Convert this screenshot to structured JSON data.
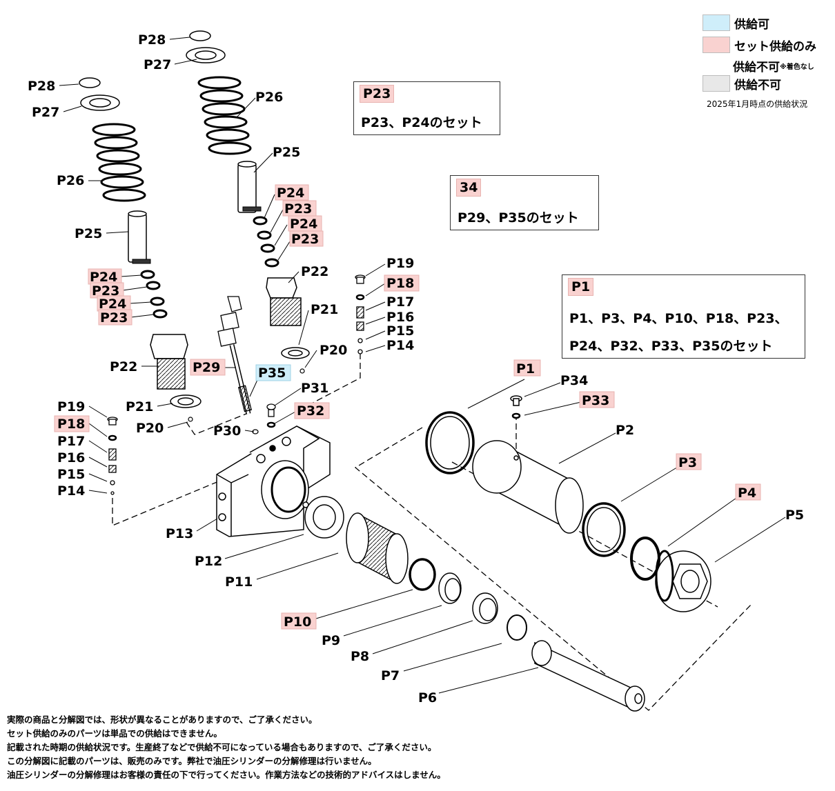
{
  "legend": {
    "supply_ok": "供給可",
    "set_only": "セット供給のみ",
    "not_available_uncolored": "供給不可",
    "uncolored_note": "※着色なし",
    "not_available": "供給不可",
    "as_of": "2025年1月時点の供給状況",
    "colors": {
      "supply_ok": "#cfeefa",
      "set_only": "#f9d2d0",
      "not_available": "#e8e8e8"
    }
  },
  "set_boxes": [
    {
      "header": "P23",
      "lines": [
        "P23、P24のセット"
      ]
    },
    {
      "header": "34",
      "lines": [
        "P29、P35のセット"
      ]
    },
    {
      "header": "P1",
      "lines": [
        "P1、P3、P4、P10、P18、P23、",
        "P24、P32、P33、P35のセット"
      ]
    }
  ],
  "labels": {
    "L1": "P28",
    "L2": "P27",
    "L3": "P26",
    "L4": "P25",
    "L5": "P24",
    "L6": "P23",
    "L7": "P24",
    "L8": "P23",
    "L9": "P22",
    "L10": "P21",
    "L11": "P20",
    "R1": "P28",
    "R2": "P27",
    "R3": "P26",
    "R4": "P25",
    "R5": "P24",
    "R6": "P23",
    "R7": "P24",
    "R8": "P23",
    "R9": "P22",
    "R10": "P21",
    "R11": "P20",
    "V1": "P19",
    "V2": "P18",
    "V3": "P17",
    "V4": "P16",
    "V5": "P15",
    "V6": "P14",
    "W1": "P19",
    "W2": "P18",
    "W3": "P17",
    "W4": "P16",
    "W5": "P15",
    "W6": "P14",
    "M1": "P29",
    "M2": "P35",
    "M3": "P31",
    "M4": "P32",
    "M5": "P30",
    "M6": "P13",
    "M7": "P12",
    "M8": "P11",
    "M9": "P10",
    "M10": "P9",
    "M11": "P8",
    "M12": "P7",
    "M13": "P6",
    "C1": "P1",
    "C2": "P34",
    "C3": "P33",
    "C4": "P2",
    "C5": "P3",
    "C6": "P4",
    "C7": "P5"
  },
  "notes": [
    "実際の商品と分解図では、形状が異なることがありますので、ご了承ください。",
    "セット供給のみのパーツは単品での供給はできません。",
    "記載された時期の供給状況です。生産終了などで供給不可になっている場合もありますので、ご了承ください。",
    "この分解図に記載のパーツは、販売のみです。弊社で油圧シリンダーの分解修理は行いません。",
    "油圧シリンダーの分解修理はお客様の責任の下で行ってください。作業方法などの技術的アドバイスはしません。"
  ]
}
